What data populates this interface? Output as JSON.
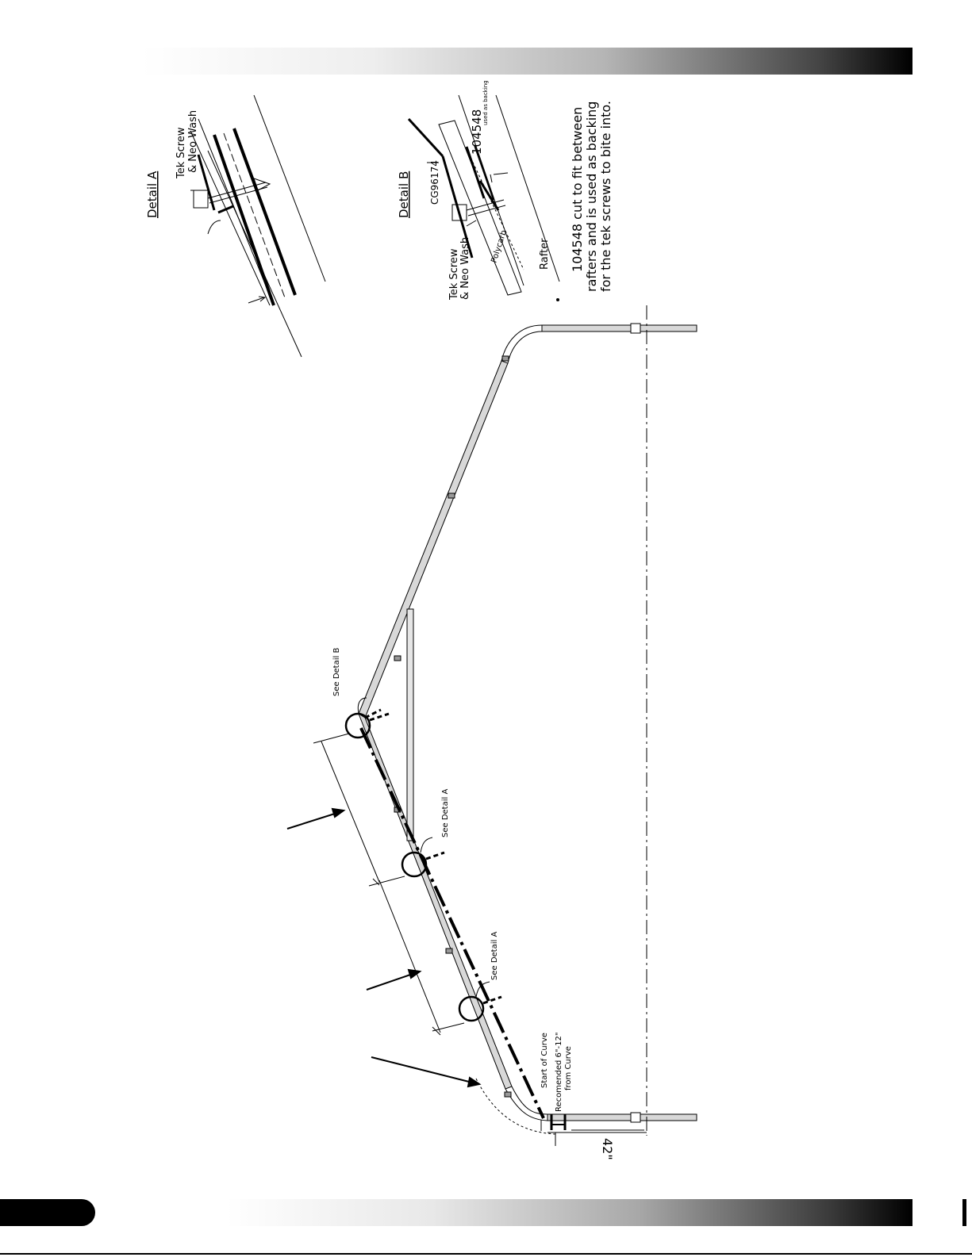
{
  "detail_a": {
    "title": "Detail A",
    "screw_label_1": "Tek Screw",
    "screw_label_2": "& Neo Wash"
  },
  "detail_b": {
    "title": "Detail B",
    "part_label": "CG96174",
    "backing_part": "104548",
    "backing_note": "used as backing",
    "screw_label_1": "Tek Screw",
    "screw_label_2": "& Neo Wash",
    "panel_label": "Polycarb",
    "rafter_label": "Rafter"
  },
  "note": {
    "line1": "104548 cut to fit between",
    "line2": "rafters and is used as backing",
    "line3": "for the tek screws to bite into."
  },
  "callouts": {
    "see_detail_b": "See Detail B",
    "see_detail_a_upper": "See Detail A",
    "see_detail_a_lower": "See Detail A",
    "start_of_curve": "Start of Curve",
    "recommended_1": "Recomended 6\"-12\"",
    "recommended_2": "from Curve",
    "dimension_42": "42\""
  },
  "colors": {
    "line": "#000000",
    "frame_fill": "#d8d8d8"
  }
}
